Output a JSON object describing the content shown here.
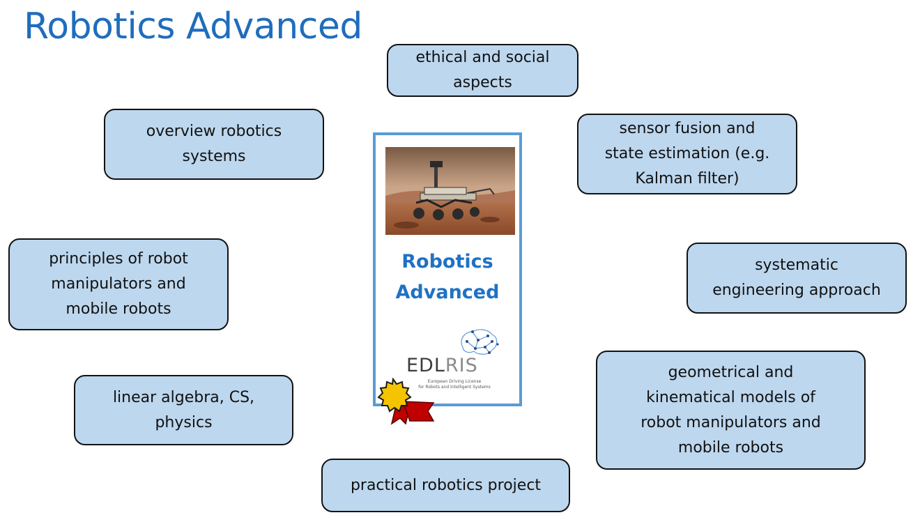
{
  "title": "Robotics Advanced",
  "card": {
    "title": "Robotics\nAdvanced",
    "logo_text_dark": "EDL",
    "logo_text_light": "RIS",
    "logo_subtitle": "European Driving License\nfor Robots and Intelligent Systems"
  },
  "bubbles": {
    "ethical": "ethical and social\naspects",
    "overview": "overview robotics\nsystems",
    "sensor": "sensor fusion and\nstate estimation (e.g.\nKalman filter)",
    "principles": "principles of robot\nmanipulators and\nmobile robots",
    "systematic": "systematic\nengineering approach",
    "geometrical": "geometrical and\nkinematical models of\nrobot manipulators and\nmobile robots",
    "linear": "linear algebra, CS,\nphysics",
    "practical": "practical robotics project"
  },
  "colors": {
    "title": "#1f6dbd",
    "bubble_fill": "#bdd7ee",
    "card_border": "#5b9bd5",
    "card_title": "#1f72c4",
    "badge_gold": "#f5c400",
    "badge_ribbon": "#c00000"
  },
  "icons": [
    "mars-rover-photo",
    "brain-network-icon",
    "award-badge-icon"
  ]
}
